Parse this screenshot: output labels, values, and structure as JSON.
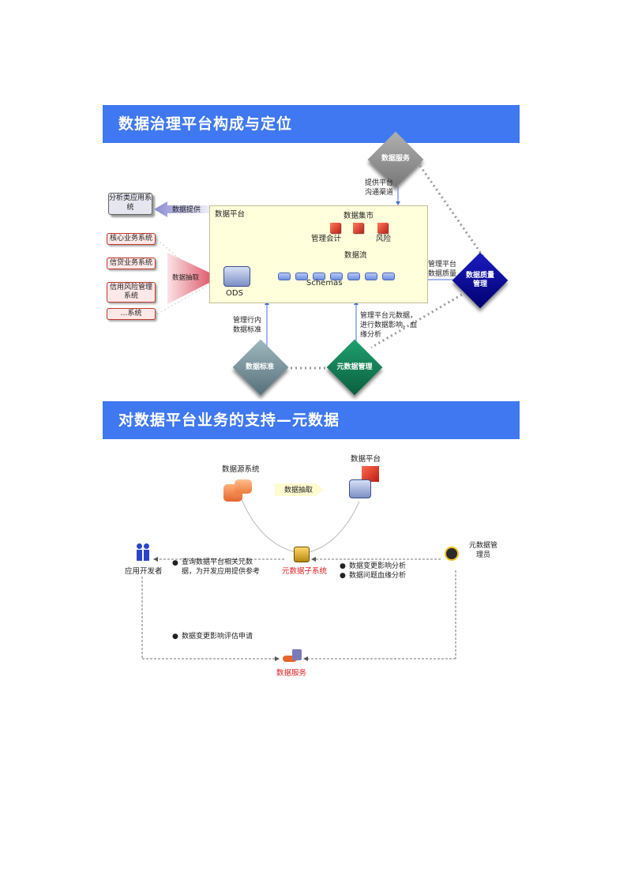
{
  "section1": {
    "title": "数据治理平台构成与定位",
    "platform_label": "数据平台",
    "datamart_label": "数据集市",
    "mart_items": [
      "管理会计",
      "风险"
    ],
    "dataflow_label": "数据流",
    "ods_label": "ODS",
    "schemas_label": "Schemas",
    "analysis_app": "分析类应用系统",
    "data_provide": "数据提供",
    "data_extract": "数据抽取",
    "source_systems": [
      "核心业务系统",
      "信贷业务系统",
      "信用风险管理系统",
      "…系统"
    ],
    "data_service": "数据服务",
    "provide_channel": "提供平台沟通渠道",
    "quality_mgmt": "数据质量管理",
    "manage_quality": "管理平台数据质量",
    "data_standard": "数据标准",
    "manage_standard": "管理行内数据标准",
    "metadata_mgmt": "元数据管理",
    "manage_metadata": "管理平台元数据，进行数据影响、血缘分析"
  },
  "section2": {
    "title": "对数据平台业务的支持—元数据",
    "source_system": "数据源系统",
    "platform": "数据平台",
    "extract": "数据抽取",
    "app_dev": "应用开发者",
    "meta_admin": "元数据管理员",
    "meta_subsystem": "元数据子系统",
    "dev_bullet": "查询数据平台相关元数据，为开发应用提供参考",
    "admin_bullets": [
      "数据变更影响分析",
      "数据问题血缘分析"
    ],
    "service_bullet": "数据变更影响评估申请",
    "service": "数据服务"
  }
}
